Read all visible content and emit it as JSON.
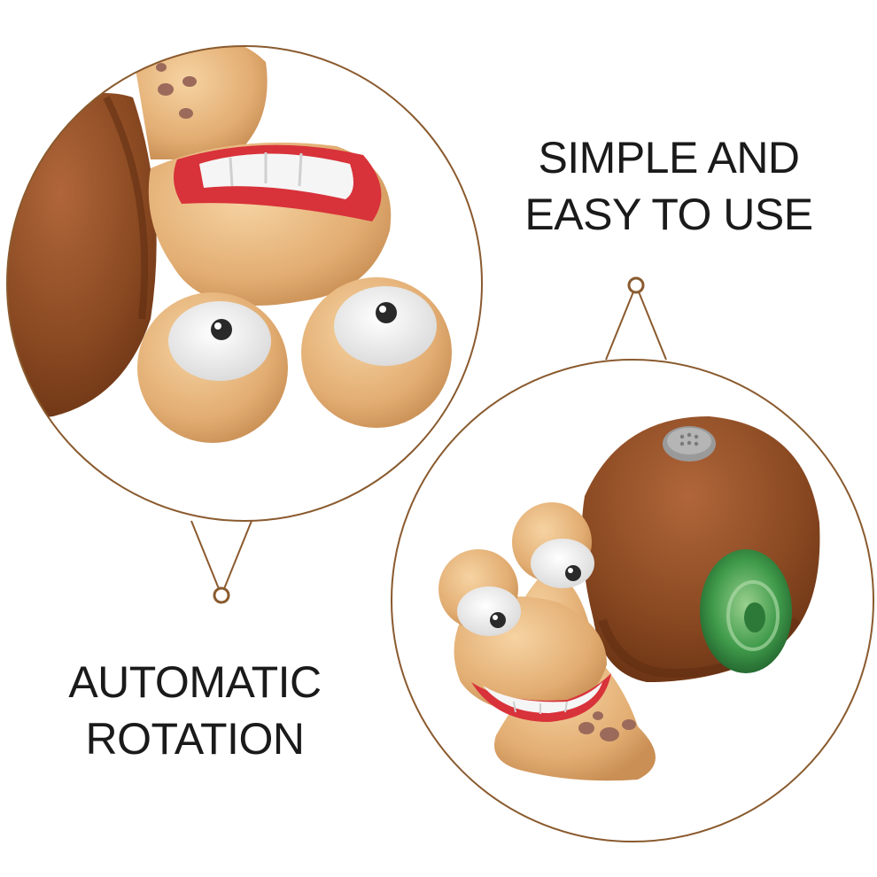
{
  "colors": {
    "frame": "#8a5a2e",
    "shell": "#8b4a22",
    "body": "#e7b67c",
    "mouth": "#d8323a",
    "wheel": "#3f9a4a",
    "speaker": "#9a9a9a",
    "spots": "#9b6a5a"
  },
  "captions": {
    "top_line1": "SIMPLE AND",
    "top_line2": "EASY TO USE",
    "bottom_line1": "AUTOMATIC",
    "bottom_line2": "ROTATION"
  }
}
